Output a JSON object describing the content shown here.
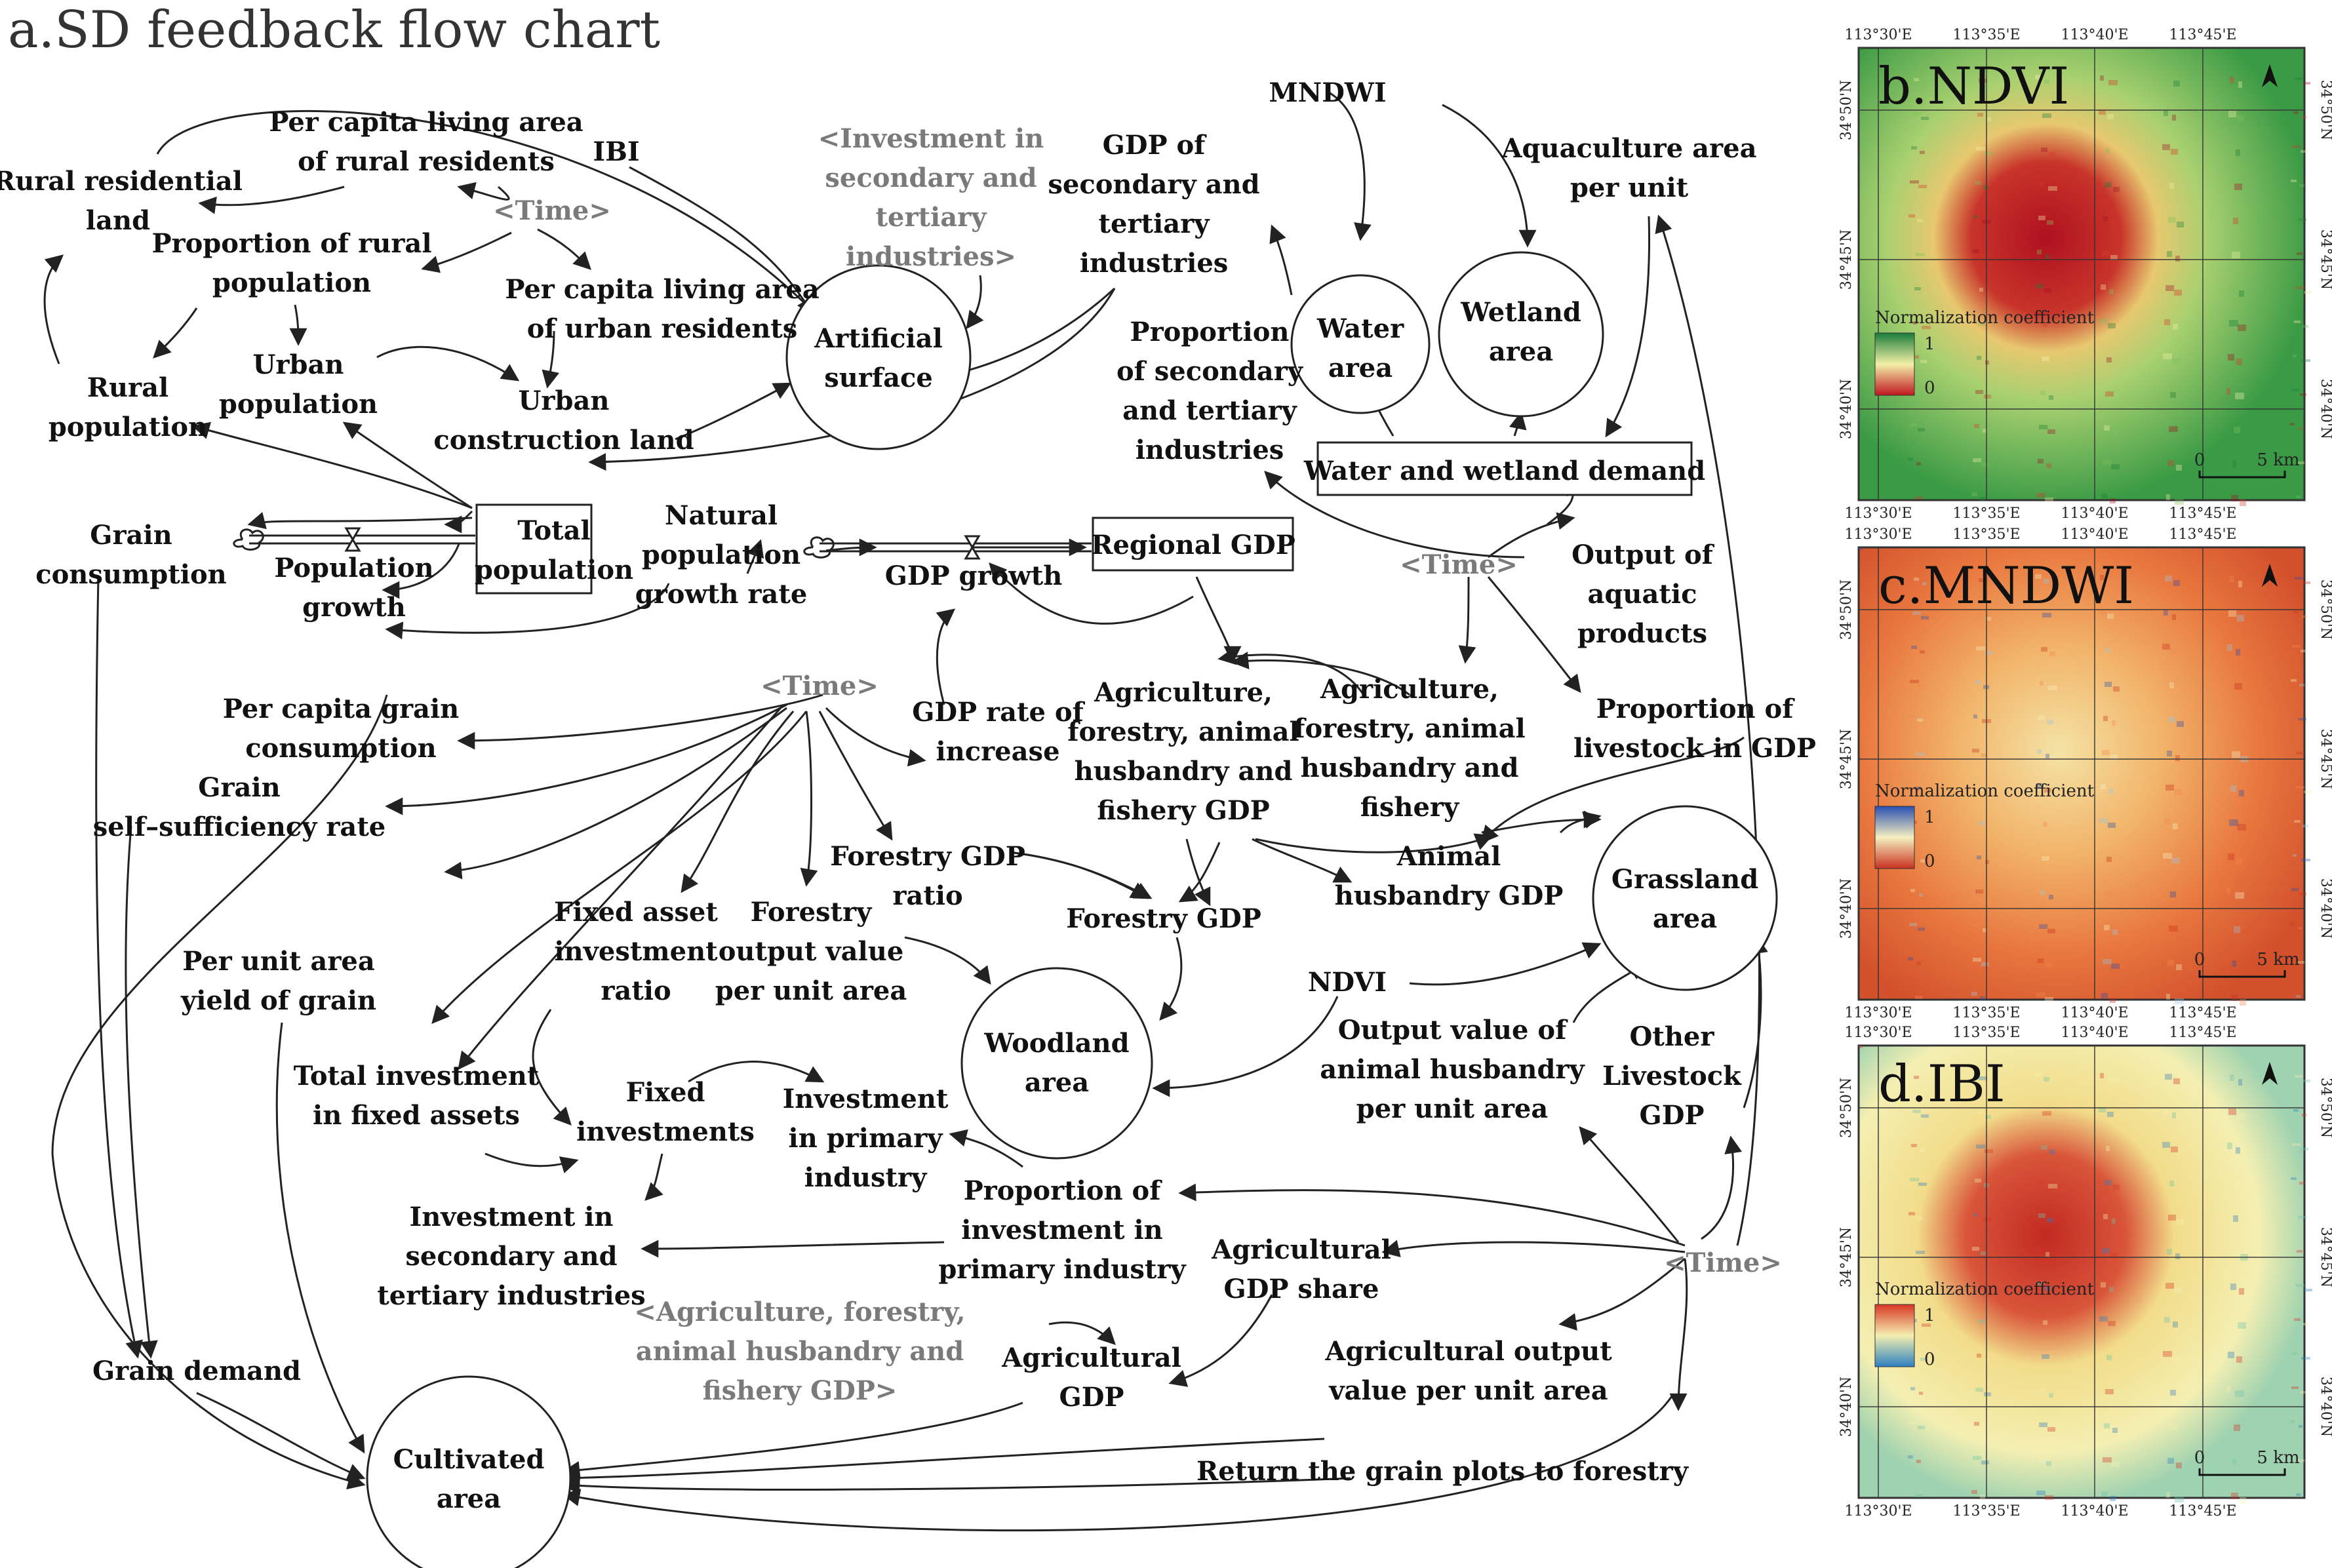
{
  "title": "a.SD feedback flow chart",
  "colors": {
    "dark": "#111111",
    "gray": "#7a7a7a"
  },
  "nodes": {
    "rural_residential": [
      "Rural residential",
      "land"
    ],
    "per_capita_rural": [
      "Per capita living area",
      "of rural residents"
    ],
    "ibi": [
      "IBI"
    ],
    "time1": [
      "<Time>"
    ],
    "inv_sec_ghost": [
      "<Investment in",
      "secondary and",
      "tertiary",
      "industries>"
    ],
    "gdp_sec": [
      "GDP of",
      "secondary and",
      "tertiary",
      "industries"
    ],
    "mndwi": [
      "MNDWI"
    ],
    "aqua_area": [
      "Aquaculture area",
      "per unit"
    ],
    "prop_rural": [
      "Proportion of rural",
      "population"
    ],
    "per_capita_urban": [
      "Per capita living area",
      "of urban residents"
    ],
    "artificial": [
      "Artificial",
      "surface"
    ],
    "prop_sec": [
      "Proportion",
      "of secondary",
      "and tertiary",
      "industries"
    ],
    "water_area": [
      "Water",
      "area"
    ],
    "wetland_area": [
      "Wetland",
      "area"
    ],
    "rural_pop": [
      "Rural",
      "population"
    ],
    "urban_pop": [
      "Urban",
      "population"
    ],
    "urban_land": [
      "Urban",
      "construction land"
    ],
    "water_demand": [
      "Water and wetland demand"
    ],
    "grain_cons": [
      "Grain",
      "consumption"
    ],
    "pop_growth": [
      "Population",
      "growth"
    ],
    "total_pop": [
      "Total",
      "population"
    ],
    "nat_growth": [
      "Natural",
      "population",
      "growth rate"
    ],
    "gdp_growth": [
      "GDP growth"
    ],
    "regional_gdp": [
      "Regional GDP"
    ],
    "time2": [
      "<Time>"
    ],
    "aquatic": [
      "Output of",
      "aquatic",
      "products"
    ],
    "time3": [
      "<Time>"
    ],
    "per_capita_grain": [
      "Per capita grain",
      "consumption"
    ],
    "gdp_rate": [
      "GDP rate of",
      "increase"
    ],
    "agri_gdp1": [
      "Agriculture,",
      "forestry, animal",
      "husbandry and",
      "fishery GDP"
    ],
    "agri_gdp2": [
      "Agriculture,",
      "forestry, animal",
      "husbandry and",
      "fishery"
    ],
    "prop_livestock": [
      "Proportion of",
      "livestock in GDP"
    ],
    "grain_self": [
      "Grain",
      "self–sufficiency rate"
    ],
    "forestry_ratio": [
      "Forestry GDP",
      "ratio"
    ],
    "animal_gdp": [
      "Animal",
      "husbandry GDP"
    ],
    "grassland": [
      "Grassland",
      "area"
    ],
    "fixed_ratio": [
      "Fixed asset",
      "investment",
      "ratio"
    ],
    "forestry_output": [
      "Forestry",
      "output value",
      "per unit area"
    ],
    "forestry_gdp": [
      "Forestry GDP"
    ],
    "per_unit_yield": [
      "Per unit area",
      "yield of grain"
    ],
    "woodland": [
      "Woodland",
      "area"
    ],
    "ndvi": [
      "NDVI"
    ],
    "output_animal": [
      "Output value of",
      "animal husbandry",
      "per unit area"
    ],
    "other_livestock": [
      "Other",
      "Livestock",
      "GDP"
    ],
    "total_inv": [
      "Total investment",
      "in fixed assets"
    ],
    "fixed_inv": [
      "Fixed",
      "investments"
    ],
    "inv_primary": [
      "Investment",
      "in primary",
      "industry"
    ],
    "inv_sec": [
      "Investment in",
      "secondary and",
      "tertiary industries"
    ],
    "prop_inv_primary": [
      "Proportion of",
      "investment in",
      "primary industry"
    ],
    "agri_share": [
      "Agricultural",
      "GDP share"
    ],
    "time4": [
      "<Time>"
    ],
    "agri_ghost": [
      "<Agriculture, forestry,",
      "animal husbandry and",
      "fishery GDP>"
    ],
    "agri_gdp3": [
      "Agricultural",
      "GDP"
    ],
    "agri_output": [
      "Agricultural output",
      "value per unit area"
    ],
    "grain_demand": [
      "Grain demand"
    ],
    "cultivated": [
      "Cultivated",
      "area"
    ],
    "return_grain": [
      "Return the grain plots to forestry"
    ]
  },
  "maps": [
    {
      "title": "b.NDVI",
      "legend_title": "Normalization coefficient",
      "legend_max": "1",
      "legend_min": "0",
      "scale": "5 km",
      "scale_zero": "0",
      "colors": [
        "#1a7d3a",
        "#7fc15a",
        "#f3f0a8",
        "#d63a2a",
        "#a01024"
      ]
    },
    {
      "title": "c.MNDWI",
      "legend_title": "Normalization coefficient",
      "legend_max": "1",
      "legend_min": "0",
      "scale": "5 km",
      "scale_zero": "0",
      "colors": [
        "#2a4fb0",
        "#9cc5df",
        "#f6efc0",
        "#f08a4a",
        "#c8321f"
      ]
    },
    {
      "title": "d.IBI",
      "legend_title": "Normalization coefficient",
      "legend_max": "1",
      "legend_min": "0",
      "scale": "5 km",
      "scale_zero": "0",
      "colors": [
        "#d83525",
        "#f4f0b0",
        "#6cc2a8",
        "#2d7fc0"
      ]
    }
  ],
  "coords": {
    "lon": [
      "113°30'E",
      "113°35'E",
      "113°40'E",
      "113°45'E"
    ],
    "lat": [
      "34°50'N",
      "34°45'N",
      "34°40'N"
    ]
  }
}
